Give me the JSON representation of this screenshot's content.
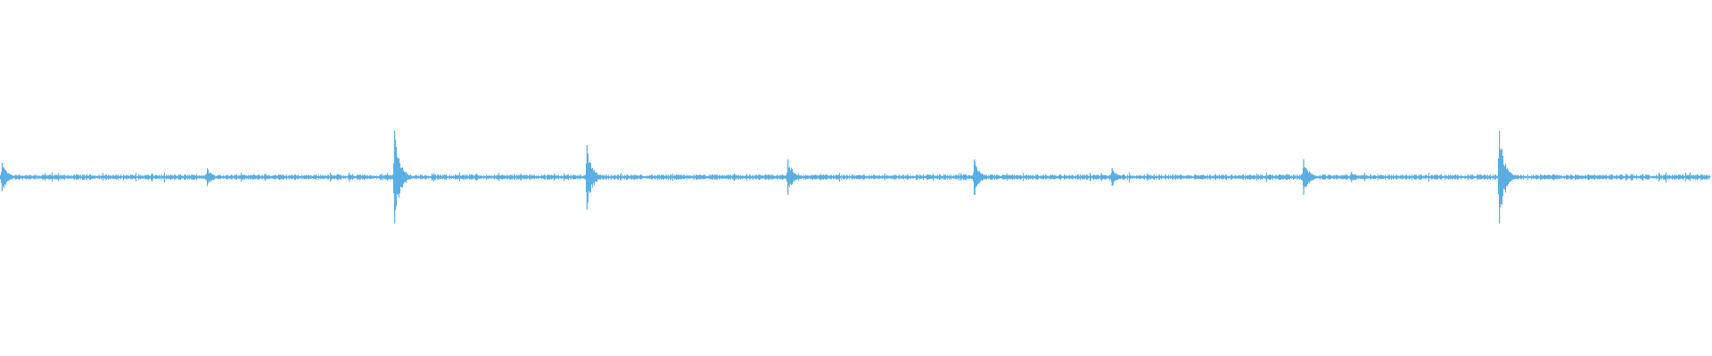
{
  "waveform": {
    "color": "#5aaee3",
    "baseline_amplitude": 0.015,
    "transients": [
      {
        "position": 0.001,
        "amplitude": 0.08
      },
      {
        "position": 0.121,
        "amplitude": 0.05
      },
      {
        "position": 0.2305,
        "amplitude": 0.26
      },
      {
        "position": 0.343,
        "amplitude": 0.18
      },
      {
        "position": 0.4605,
        "amplitude": 0.1
      },
      {
        "position": 0.5695,
        "amplitude": 0.1
      },
      {
        "position": 0.65,
        "amplitude": 0.05
      },
      {
        "position": 0.762,
        "amplitude": 0.1
      },
      {
        "position": 0.79,
        "amplitude": 0.03
      },
      {
        "position": 0.8765,
        "amplitude": 0.26
      }
    ]
  }
}
